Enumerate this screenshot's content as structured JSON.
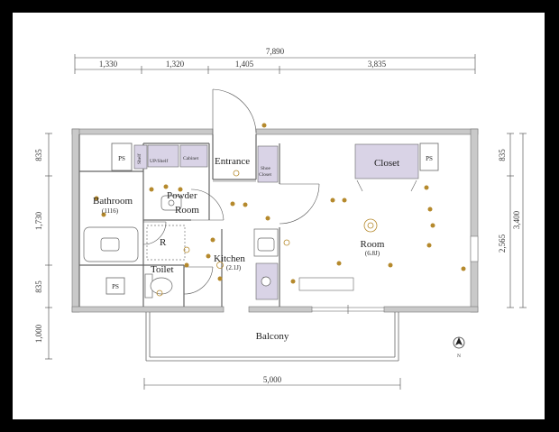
{
  "dimensions": {
    "top_total": "7,890",
    "top_segments": [
      "1,330",
      "1,320",
      "1,405",
      "3,835"
    ],
    "left_segments": [
      "835",
      "1,730",
      "835",
      "1,000"
    ],
    "right_inner": [
      "835",
      "2,565"
    ],
    "right_outer": "3,400",
    "bottom": "5,000"
  },
  "rooms": {
    "entrance": "Entrance",
    "shoe_closet_line1": "Shoe",
    "shoe_closet_line2": "Closet",
    "closet": "Closet",
    "ps_left": "PS",
    "ps_right": "PS",
    "ps_toilet": "PS",
    "bathroom": "Bathroom",
    "bathroom_size": "(1116)",
    "powder_line1": "Powder",
    "powder_line2": "Room",
    "kitchen": "Kitchen",
    "kitchen_size": "(2.1J)",
    "room": "Room",
    "room_size": "(6.8J)",
    "toilet": "Toilet",
    "balcony": "Balcony",
    "refrigerator": "R",
    "up_shelf": "UP/Shelf",
    "cabinet": "Cabinet",
    "shelf": "Shelf",
    "up_rack": "UP",
    "north": "N"
  },
  "colors": {
    "wall": "#c9c9c9",
    "fixture_fill": "#d9d3e6",
    "icon": "#b5892c"
  }
}
